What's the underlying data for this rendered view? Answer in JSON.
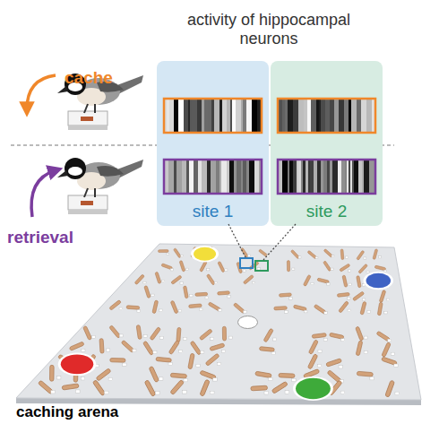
{
  "diagram": {
    "nodes": [
      {
        "text": [
          "site 1"
        ]
      },
      {
        "text": [
          "site 2"
        ]
      }
    ],
    "edges": [],
    "labels": [
      "cache",
      "retrieval",
      "activity of hippocampal neurons",
      "caching arena"
    ]
  }
}
